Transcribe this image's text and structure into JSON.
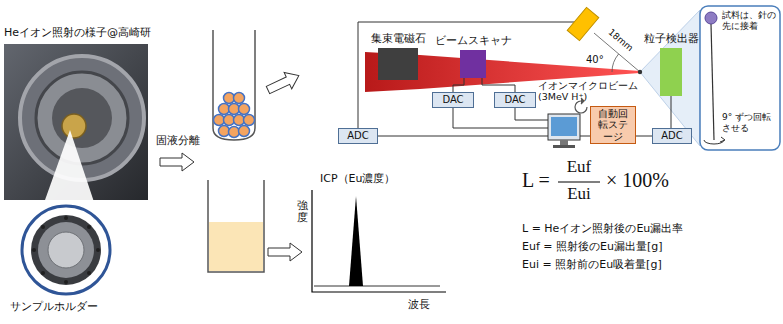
{
  "diagram": {
    "nodes": [
      {
        "text": [
          "集束電磁石"
        ]
      },
      {
        "text": [
          "ビームスキャナ"
        ]
      },
      {
        "text": [
          "粒子検出器"
        ]
      },
      {
        "text": [
          "DAC"
        ]
      },
      {
        "text": [
          "DAC"
        ]
      },
      {
        "text": [
          "自動回転ステージ"
        ]
      },
      {
        "text": [
          "ADC"
        ]
      },
      {
        "text": [
          "ADC"
        ]
      }
    ],
    "edges": [
      {
        "from": 3,
        "to": 1,
        "arrow": "none"
      },
      {
        "from": 4,
        "to": 1,
        "arrow": "none"
      },
      {
        "from": 2,
        "to": 7,
        "arrow": "none"
      }
    ],
    "labels": [
      "Heイオン照射の様子@高崎研",
      "サンプルホルダー",
      "固液分離",
      "ICP（Eu濃度）",
      "強度",
      "波長",
      "イオンマイクロビーム (3MeV H⁺)",
      "40°",
      "18mm",
      "試料は、針の先に接着",
      "9° ずつ回転させる",
      "L =",
      "Euf",
      "Eui",
      "× 100%",
      "L = Heイオン照射後のEu漏出率",
      "Euf = 照射後のEu漏出量[g]",
      "Eui = 照射前のEu吸着量[g]"
    ]
  }
}
